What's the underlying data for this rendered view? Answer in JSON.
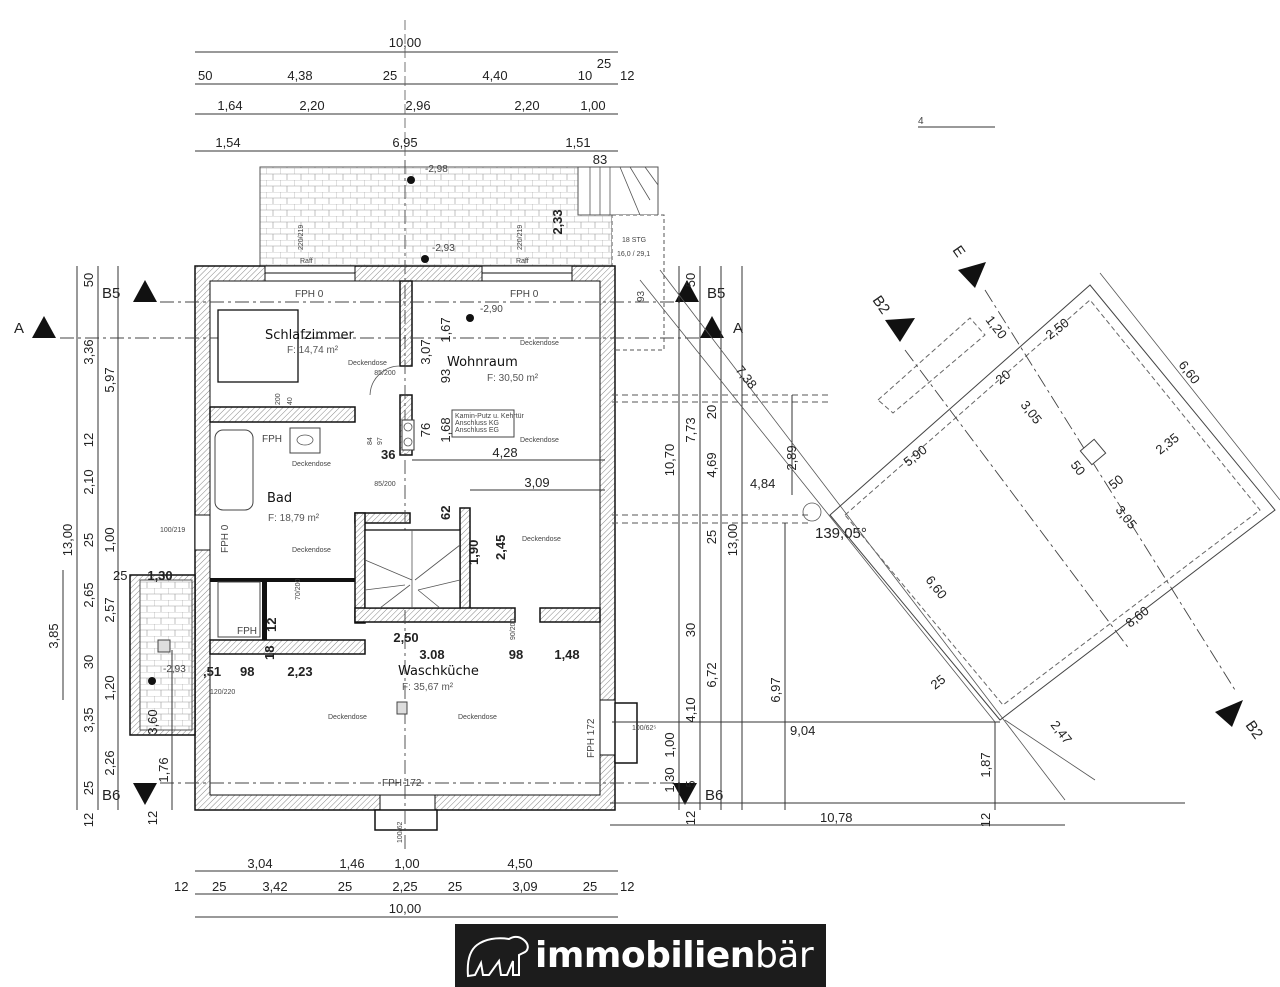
{
  "plan": {
    "rooms": [
      {
        "name": "Schlafzimmer",
        "area": "F: 14,74 m²"
      },
      {
        "name": "Wohnraum",
        "area": "F: 30,50 m²"
      },
      {
        "name": "Bad",
        "area": "F: 18,79 m²"
      },
      {
        "name": "Waschküche",
        "area": "F: 35,67 m²"
      }
    ],
    "fixtures": {
      "ceiling_outlet": "Deckendose",
      "window_height_0": "FPH 0",
      "window_height_172": "FPH 172",
      "window_short": "FPH",
      "shutter": "Raff",
      "chimney_note_1": "Kamin-Putz u. Kehrtür",
      "chimney_note_2": "Anschluss KG",
      "chimney_note_3": "Anschluss EG",
      "stair_label": "18 STG",
      "stair_ratio": "16,0 / 29,1"
    },
    "section_markers": {
      "a": "A",
      "b5": "B5",
      "b6": "B6",
      "b2": "B2",
      "e": "E"
    },
    "top_dims": {
      "overall": "10,00",
      "row2": [
        "50",
        "4,38",
        "25",
        "4,40",
        "10",
        "25",
        "12"
      ],
      "row3": [
        "1,64",
        "2,20",
        "2,96",
        "2,20",
        "1,00"
      ],
      "row4": [
        "1,54",
        "6,95",
        "1,51",
        "83"
      ]
    },
    "bottom_dims": {
      "row1": [
        "3,04",
        "1,46",
        "1,00",
        "4,50"
      ],
      "row2": [
        "12",
        "25",
        "3,42",
        "25",
        "2,25",
        "25",
        "3,09",
        "25",
        "12"
      ],
      "overall": "10,00"
    },
    "left_dims": {
      "outer": "13,00",
      "side": "3,85",
      "col1": [
        "50",
        "3,36",
        "12",
        "2,10",
        "25",
        "2,65",
        "30",
        "3,35",
        "25",
        "12"
      ],
      "col2": [
        "5,97",
        "1,00",
        "2,57",
        "1,20",
        "2,26"
      ],
      "bal": [
        "1,30",
        "25",
        "3,60",
        "1,76",
        "12"
      ]
    },
    "right_dims": {
      "vals": [
        "50",
        "10,70",
        "7,73",
        "4,69",
        "4,84",
        "20",
        "25",
        "13,00",
        "30",
        "6,72",
        "4,10",
        "1,00",
        "1,30",
        "5",
        "12",
        "7,38",
        "2,89",
        "6,97",
        "9,04",
        "1,87",
        "10,78",
        "12"
      ],
      "angle": "139,05°"
    },
    "annex_dims": [
      "1,20",
      "2,50",
      "6,60",
      "20",
      "5,90",
      "3,05",
      "50",
      "2,35",
      "50",
      "3,05",
      "6,60",
      "8,60",
      "25",
      "2,47"
    ],
    "interior_dims": {
      "levels": [
        "-2,98",
        "-2,93",
        "-2,90",
        "-2,93"
      ],
      "terrace_depth": "2,33",
      "misc": [
        "1,67",
        "3,07",
        "93",
        "1,68",
        "76",
        "36",
        "4,28",
        "3,09",
        "93",
        "62",
        "1,90",
        "2,45",
        "2,50",
        "3.08",
        "98",
        "1,48",
        "2,23",
        ",51",
        "98",
        "18",
        "12",
        "4"
      ],
      "openings": [
        "85/200",
        "85/200",
        "200",
        "40",
        "84",
        "97",
        "100/219",
        "70/200",
        "90/200",
        "120/220",
        "100/62⁵",
        "100/62",
        "220/219",
        "220/219"
      ]
    }
  },
  "brand": {
    "bold": "immobilien",
    "light": "bär"
  }
}
